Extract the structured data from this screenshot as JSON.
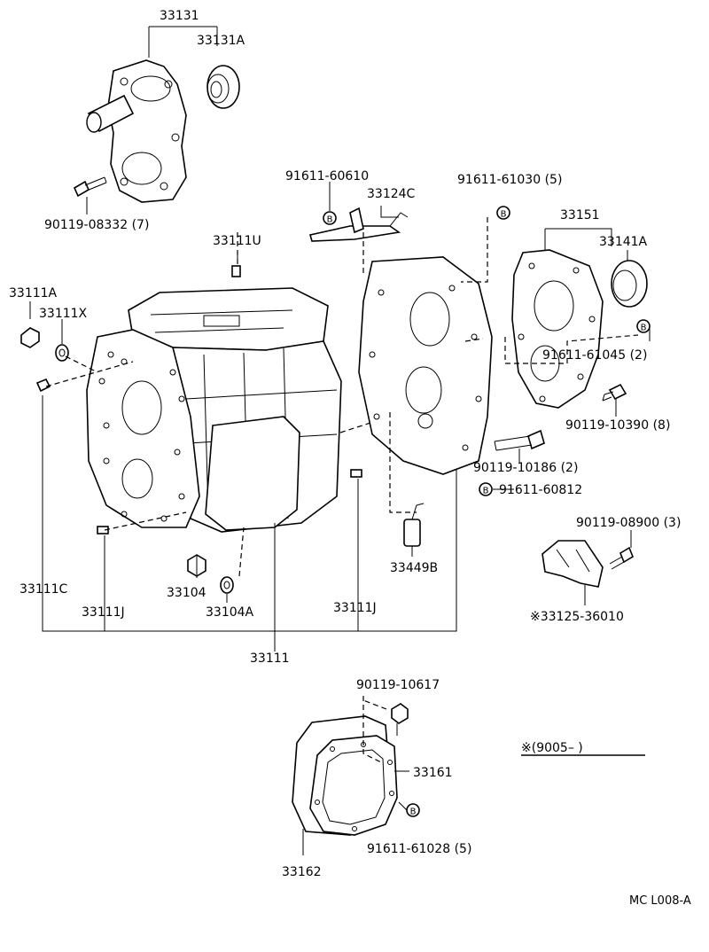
{
  "labels": {
    "p33131": "33131",
    "p33131A": "33131A",
    "p90119_08332": "90119-08332 (7)",
    "p91611_60610": "91611-60610",
    "p33124C": "33124C",
    "p91611_61030": "91611-61030 (5)",
    "p33151": "33151",
    "p33141A": "33141A",
    "p33111U": "33111U",
    "p33111A": "33111A",
    "p33111X": "33111X",
    "p91611_61045": "91611-61045 (2)",
    "p90119_10390": "90119-10390 (8)",
    "p90119_10186": "90119-10186 (2)",
    "p91611_60812": "91611-60812",
    "p90119_08900": "90119-08900 (3)",
    "p33449B": "33449B",
    "p33111C": "33111C",
    "p33104": "33104",
    "p33111J_left": "33111J",
    "p33104A": "33104A",
    "p33111J_right": "33111J",
    "p33125_36010": "※33125-36010",
    "p33111": "33111",
    "p90119_10617": "90119-10617",
    "p33161": "33161",
    "p91611_61028": "91611-61028 (5)",
    "p33162": "33162",
    "note": "※(9005–        )",
    "diagram_code": "MC L008-A"
  },
  "markers": {
    "b_symbol": "B"
  }
}
